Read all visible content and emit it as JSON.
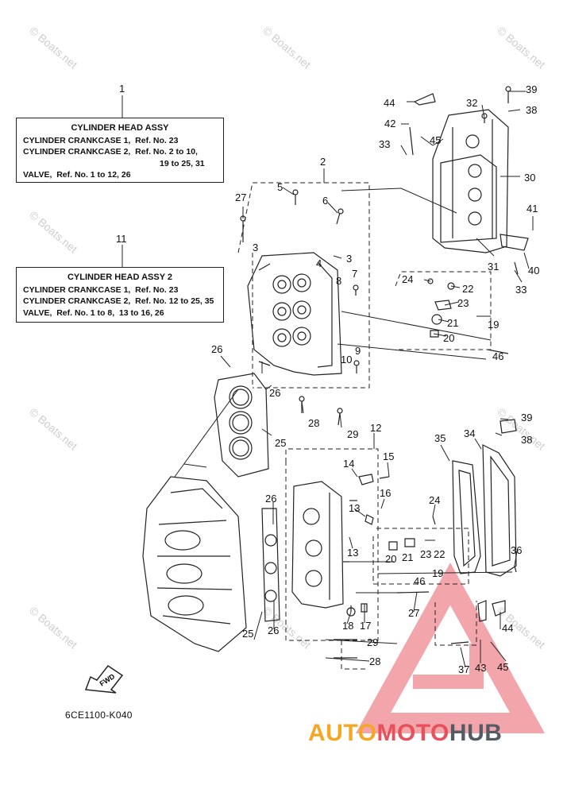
{
  "legend_1": {
    "ref": "1",
    "title": "CYLINDER HEAD ASSY",
    "lines": [
      "CYLINDER CRANKCASE 1,  Ref. No. 23",
      "CYLINDER CRANKCASE 2,  Ref. No. 2 to 10,",
      "19 to 25, 31",
      "VALVE,  Ref. No. 1 to 12, 26"
    ]
  },
  "legend_11": {
    "ref": "11",
    "title": "CYLINDER HEAD ASSY 2",
    "lines": [
      "CYLINDER CRANKCASE 1,  Ref. No. 23",
      "CYLINDER CRANKCASE 2,  Ref. No. 12 to 25, 35",
      "VALVE,  Ref. No. 1 to 8,  13 to 16, 26"
    ]
  },
  "callouts": [
    "2",
    "3",
    "3",
    "4",
    "5",
    "6",
    "7",
    "8",
    "9",
    "10",
    "12",
    "13",
    "13",
    "14",
    "15",
    "16",
    "17",
    "18",
    "19",
    "19",
    "20",
    "20",
    "21",
    "21",
    "22",
    "22",
    "23",
    "23",
    "24",
    "24",
    "25",
    "25",
    "26",
    "26",
    "26",
    "26",
    "27",
    "27",
    "28",
    "28",
    "29",
    "29",
    "30",
    "31",
    "32",
    "33",
    "33",
    "34",
    "35",
    "36",
    "37",
    "38",
    "38",
    "39",
    "39",
    "40",
    "41",
    "42",
    "43",
    "44",
    "44",
    "45",
    "45",
    "46",
    "46"
  ],
  "fwd_label": "FWD",
  "drawing_code": "6CE1100-K040",
  "watermark_text": "© Boats.net",
  "brand": {
    "part1": "AUTO",
    "part2": "MOTO",
    "part3": "HUB"
  },
  "colors": {
    "ink": "#111111",
    "brand_orange": "#f5a623",
    "brand_red": "#e8505b",
    "brand_gray": "#555b63",
    "watermark": "#cfcfcf"
  }
}
